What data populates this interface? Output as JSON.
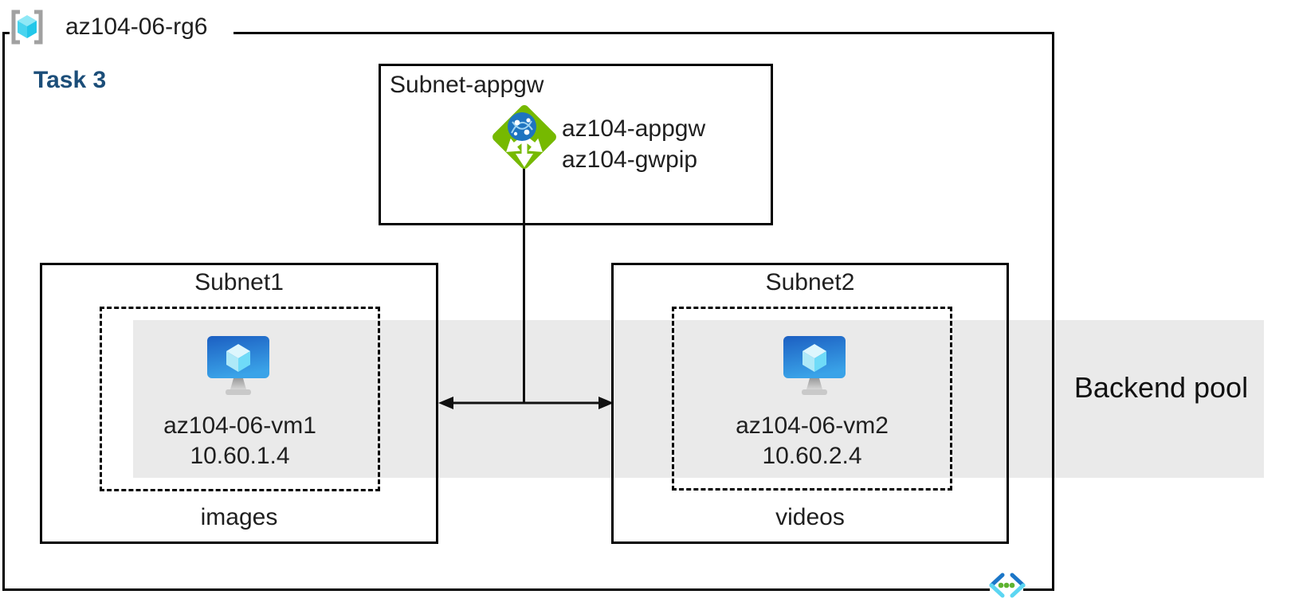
{
  "resource_group": {
    "name": "az104-06-rg6"
  },
  "task": {
    "label": "Task 3"
  },
  "appgw_subnet": {
    "title": "Subnet-appgw",
    "gateway_name": "az104-appgw",
    "public_ip_name": "az104-gwpip"
  },
  "subnet1": {
    "title": "Subnet1",
    "vm_name": "az104-06-vm1",
    "vm_ip": "10.60.1.4",
    "caption": "images"
  },
  "subnet2": {
    "title": "Subnet2",
    "vm_name": "az104-06-vm2",
    "vm_ip": "10.60.2.4",
    "caption": "videos"
  },
  "backend_pool": {
    "label": "Backend pool"
  },
  "icons": {
    "resource_group": "resource-group-icon",
    "application_gateway": "application-gateway-icon",
    "virtual_machine": "virtual-machine-icon",
    "virtual_network": "virtual-network-icon"
  },
  "colors": {
    "task_text": "#1c4e79",
    "appgw_green": "#76b900",
    "globe_blue": "#1f74c0",
    "vm_blue_top": "#1c5fc2",
    "vm_blue_bottom": "#3aa3e8",
    "cube_cyan_light": "#ddf6fd",
    "band_gray": "#eaeaea",
    "bracket_gray": "#a1a1a1",
    "vnet_blue": "#1b76c8",
    "vnet_cyan": "#5cd6f2",
    "dot_green": "#5eb330",
    "line_black": "#000000"
  }
}
